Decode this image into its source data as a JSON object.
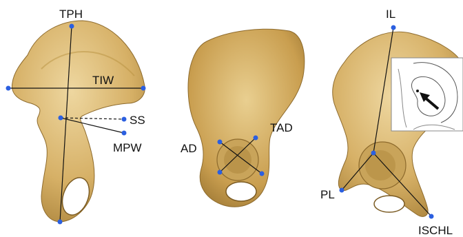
{
  "colors": {
    "bone_fill": "#d9b56a",
    "bone_shade": "#b8923f",
    "bone_light": "#ecd49c",
    "bone_outline": "#8d6a2c",
    "point": "#2b5fe0",
    "line": "#111111",
    "inset_border": "#888888"
  },
  "labels": {
    "tph": "TPH",
    "tiw": "TIW",
    "ss": "SS",
    "mpw": "MPW",
    "ad": "AD",
    "tad": "TAD",
    "il": "IL",
    "pl": "PL",
    "ischl": "ISCHL"
  },
  "icons": {
    "inset_arrow": "arrow-icon"
  }
}
